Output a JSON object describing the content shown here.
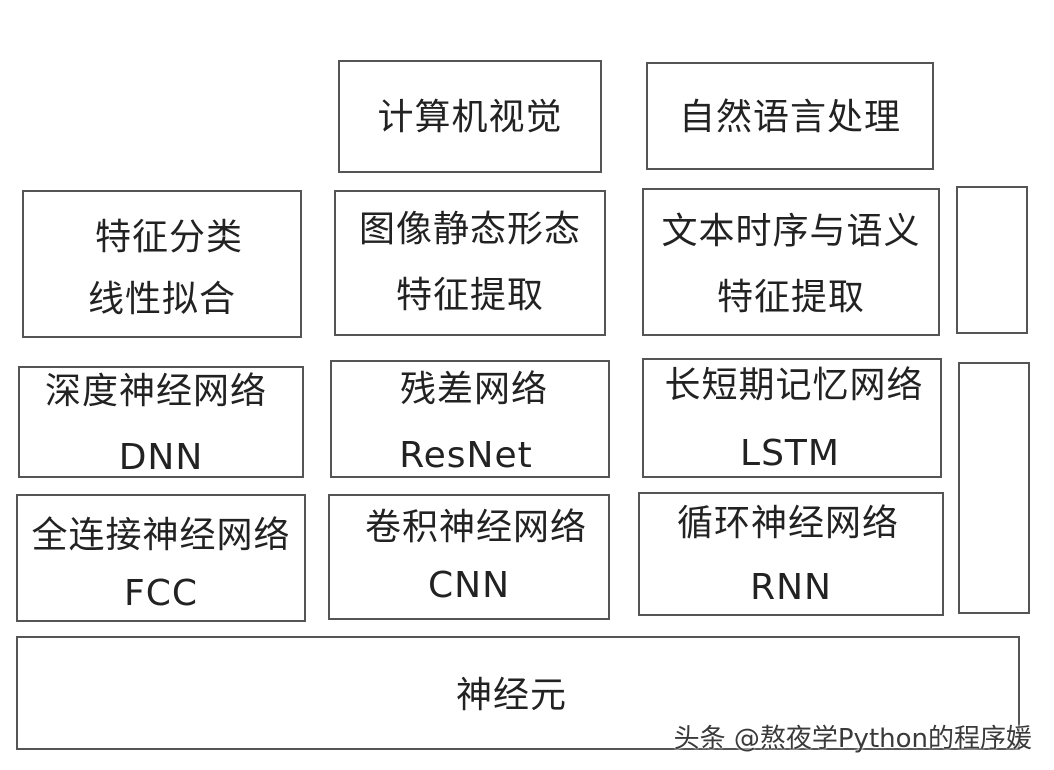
{
  "top": {
    "cv": "计算机视觉",
    "nlp": "自然语言处理"
  },
  "features": {
    "classify_line1": "特征分类",
    "classify_line2": "线性拟合",
    "image_line1": "图像静态形态",
    "image_line2": "特征提取",
    "text_line1": "文本时序与语义",
    "text_line2": "特征提取"
  },
  "networks": {
    "dnn_name": "深度神经网络",
    "dnn_abbr": "DNN",
    "resnet_name": "残差网络",
    "resnet_abbr": "ResNet",
    "lstm_name": "长短期记忆网络",
    "lstm_abbr": "LSTM",
    "fcc_name": "全连接神经网络",
    "fcc_abbr": "FCC",
    "cnn_name": "卷积神经网络",
    "cnn_abbr": "CNN",
    "rnn_name": "循环神经网络",
    "rnn_abbr": "RNN"
  },
  "base": {
    "neuron": "神经元"
  },
  "watermark": "头条 @熬夜学Python的程序媛"
}
